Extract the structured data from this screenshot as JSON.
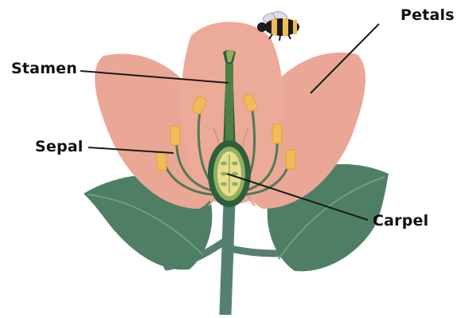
{
  "labels": {
    "petals": "Petals",
    "stamen": "Stamen",
    "sepal": "Sepal",
    "carpel": "Carpel"
  },
  "colors": {
    "petal": "#eaa796",
    "petal_shade": "#dd9483",
    "leaf": "#4e7f65",
    "leaf_vein": "#6f9c83",
    "stem": "#567f73",
    "carpel_dark": "#2f5e3f",
    "carpel_light": "#8fb25f",
    "ovary": "#e9dd8e",
    "anther": "#f1bc57",
    "filament": "#4f7a55",
    "line": "#1a1a1a"
  },
  "icons": {
    "insect": "bee-icon"
  }
}
